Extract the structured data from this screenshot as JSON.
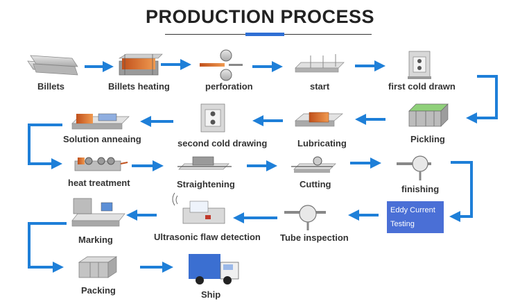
{
  "title": "PRODUCTION PROCESS",
  "steps": {
    "billets": "Billets",
    "billets_heating": "Billets  heating",
    "perforation": "perforation",
    "start": "start",
    "first_cold_drawn": "first cold drawn",
    "pickling": "Pickling",
    "lubricating": "Lubricating",
    "second_cold_drawing": "second cold drawing",
    "solution_anneaing": "Solution anneaing",
    "heat_treatment": "heat treatment",
    "straightening": "Straightening",
    "cutting": "Cutting",
    "finishing": "finishing",
    "eddy_current_line1": "Eddy Current",
    "eddy_current_line2": "Testing",
    "tube_inspection": "Tube inspection",
    "ultrasonic_flaw_detection": "Ultrasonic flaw detection",
    "marking": "Marking",
    "packing": "Packing",
    "ship": "Ship"
  },
  "colors": {
    "arrow": "#1e7fd8",
    "eddy_box": "#4a6fd6",
    "title_accent": "#2f6fd4"
  }
}
